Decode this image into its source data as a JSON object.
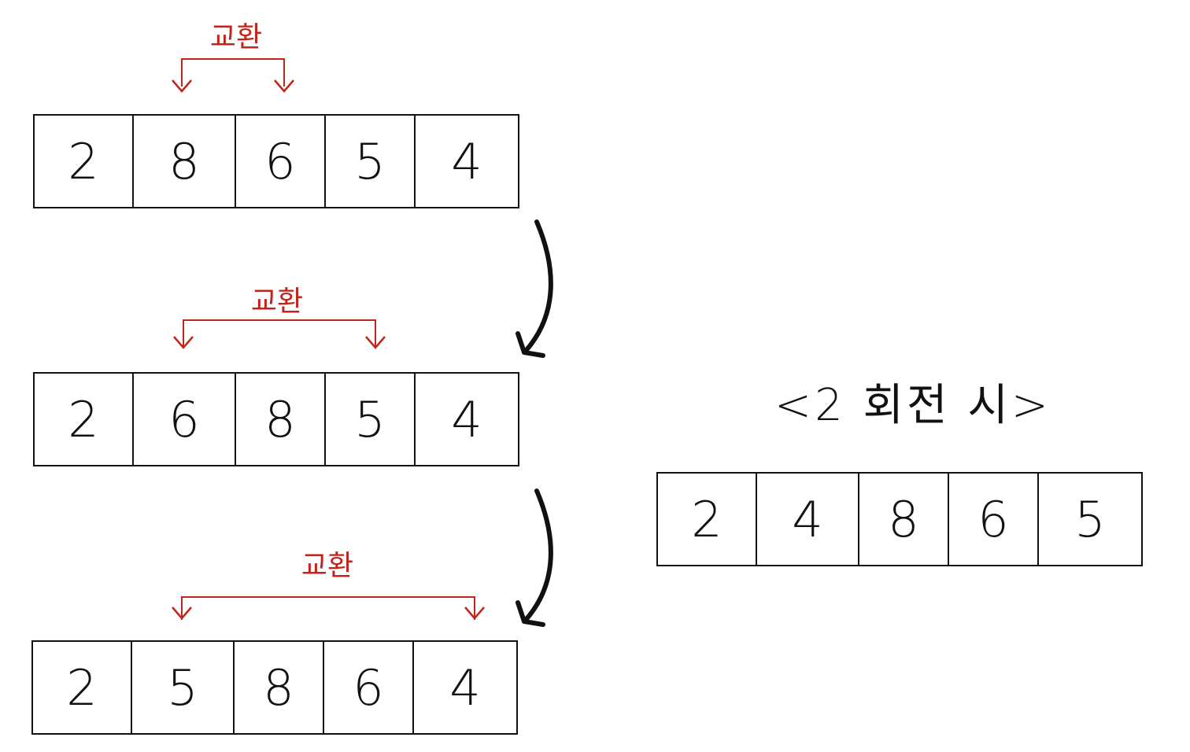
{
  "steps": [
    {
      "swap_label": "교환",
      "values": [
        "2",
        "8",
        "6",
        "5",
        "4"
      ]
    },
    {
      "swap_label": "교환",
      "values": [
        "2",
        "6",
        "8",
        "5",
        "4"
      ]
    },
    {
      "swap_label": "교환",
      "values": [
        "2",
        "5",
        "8",
        "6",
        "4"
      ]
    }
  ],
  "result": {
    "caption": "<2 회전 시>",
    "values": [
      "2",
      "4",
      "8",
      "6",
      "5"
    ]
  },
  "colors": {
    "swap": "#c0241b",
    "ink": "#111111"
  }
}
